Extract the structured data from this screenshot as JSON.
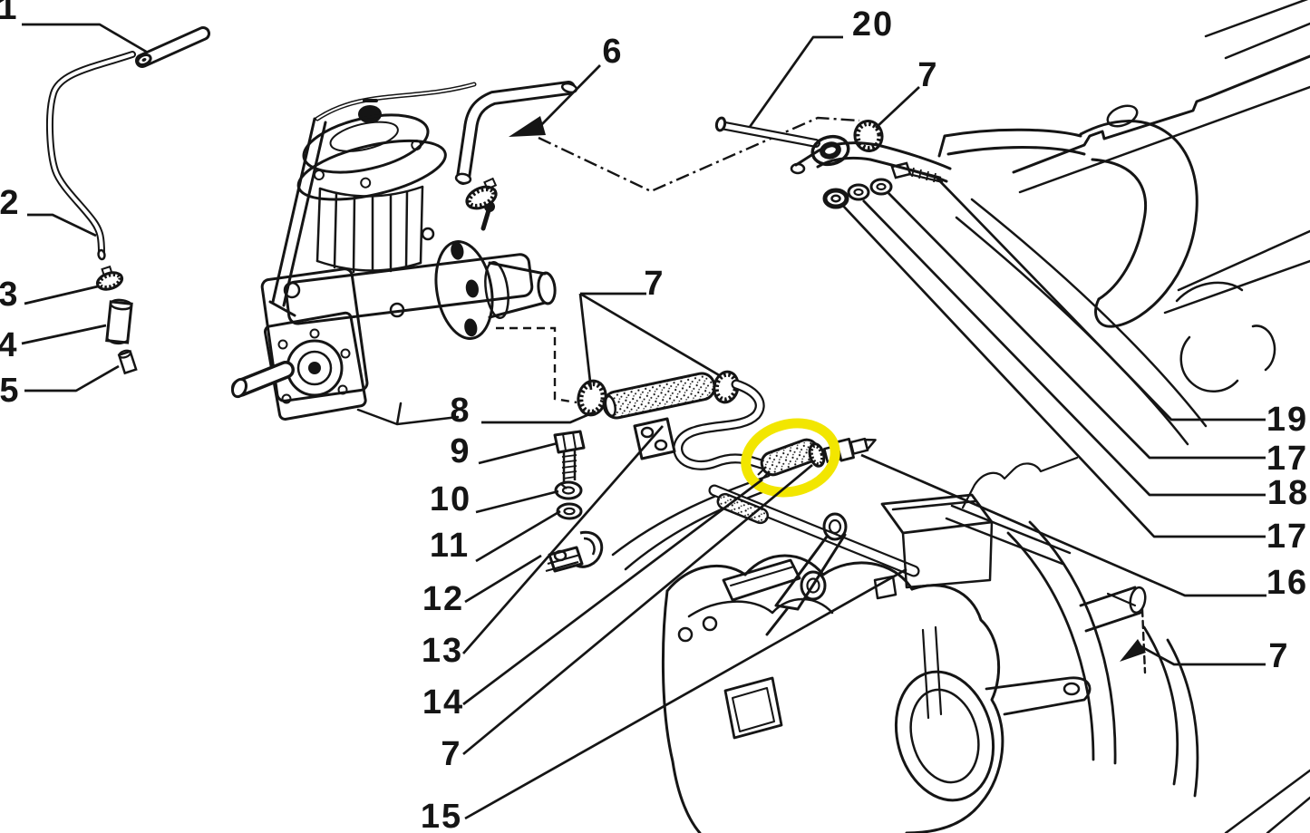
{
  "figure": {
    "type": "exploded-parts-diagram",
    "subject": "diesel injection pump, fuel hoses and transmission line art",
    "highlighted_part_region": "stippled hose between callouts 14/7 and fitting 16"
  },
  "colors": {
    "background": "#ffffff",
    "line": "#151515",
    "highlight": "#f2e600"
  },
  "callouts": {
    "c1": "1",
    "c2": "2",
    "c3": "3",
    "c4": "4",
    "c5": "5",
    "c6": "6",
    "c20": "20",
    "c7_top": "7",
    "c7_mid": "7",
    "c8": "8",
    "c9": "9",
    "c10": "10",
    "c11": "11",
    "c12": "12",
    "c13": "13",
    "c14": "14",
    "c7_left": "7",
    "c15": "15",
    "c19": "19",
    "c17_a": "17",
    "c18": "18",
    "c17_b": "17",
    "c16": "16",
    "c7_right": "7"
  }
}
